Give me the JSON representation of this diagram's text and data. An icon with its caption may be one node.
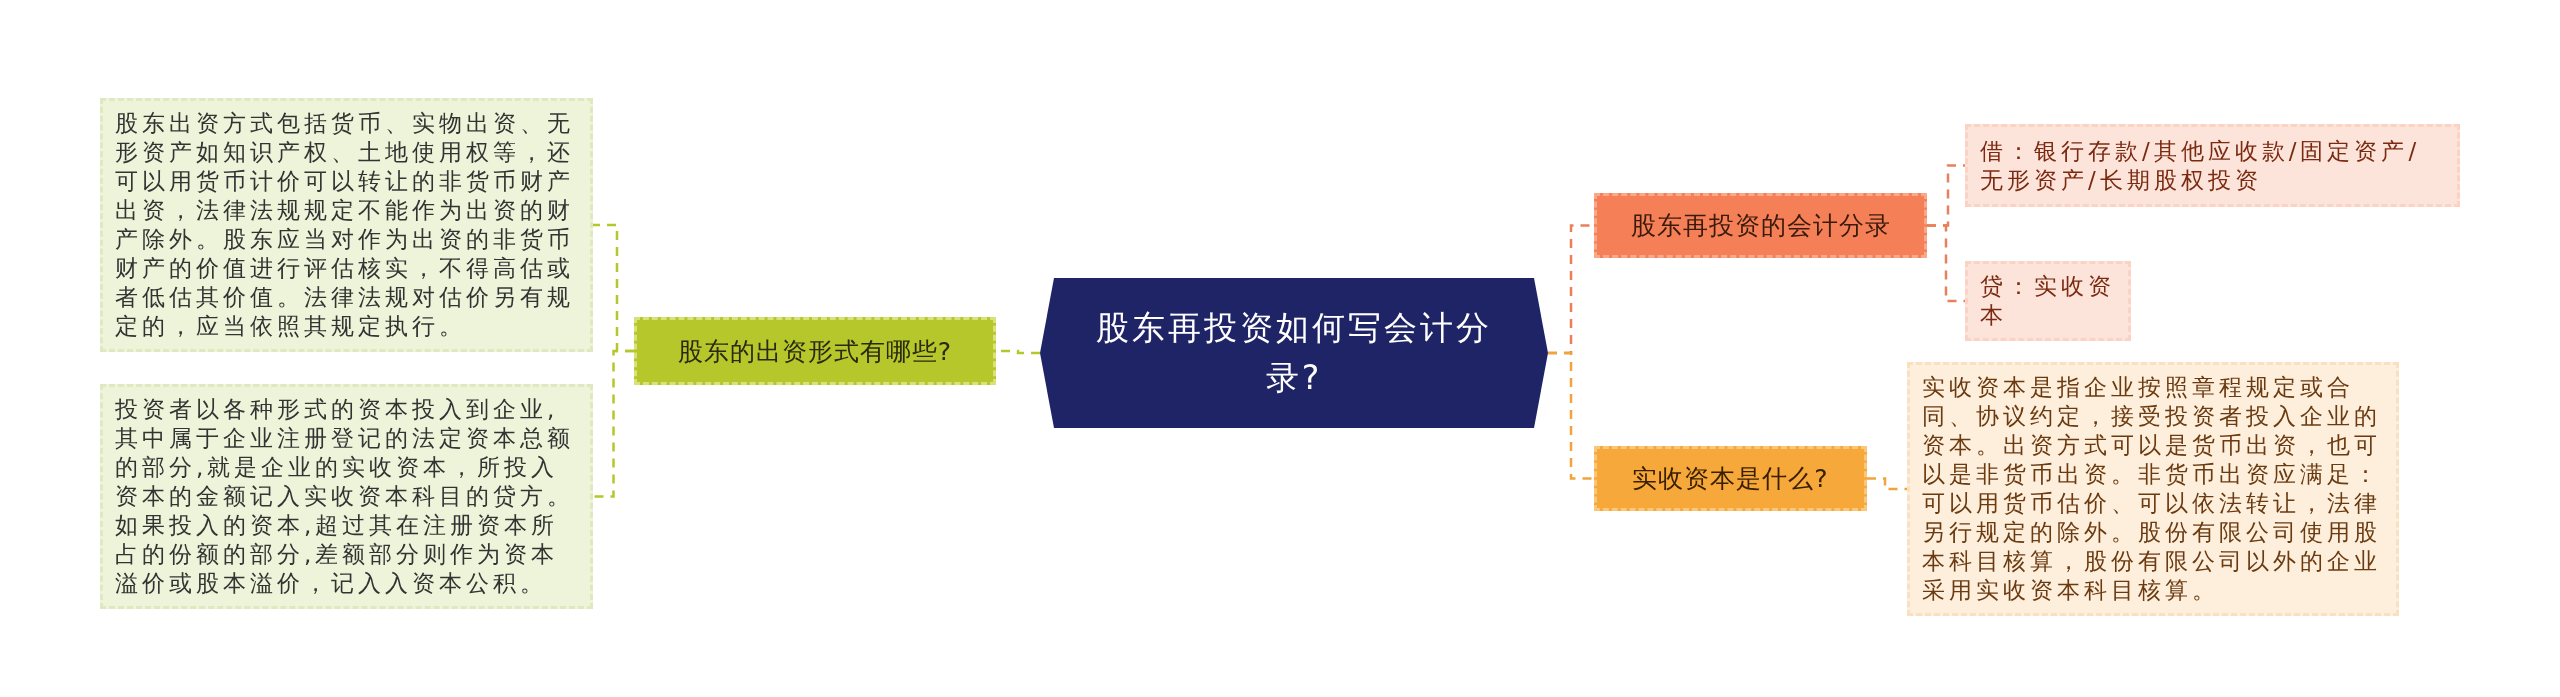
{
  "diagram": {
    "nodes": [
      {
        "text": [
          "股东再投资如何写会计分录?"
        ]
      },
      {
        "text": [
          "股东的出资形式有哪些?"
        ]
      },
      {
        "text": [
          "股东出资方式包括货币、实物出资、无形资产如知识产权、土地使用权等，还可以用货币计价可以转让的非货币财产出资，法律法规规定不能作为出资的财产除外。股东应当对作为出资的非货币财产的价值进行评估核实，不得高估或者低估其价值。法律法规对估价另有规定的，应当依照其规定执行。"
        ]
      },
      {
        "text": [
          "投资者以各种形式的资本投入到企业,其中属于企业注册登记的法定资本总额的部分,就是企业的实收资本，所投入资本的金额记入实收资本科目的贷方。如果投入的资本,超过其在注册资本所占的份额的部分,差额部分则作为资本溢价或股本溢价，记入入资本公积。"
        ]
      },
      {
        "text": [
          "股东再投资的会计分录"
        ]
      },
      {
        "text": [
          "借：银行存款/其他应收款/固定资产/无形资产/长期股权投资"
        ]
      },
      {
        "text": [
          "贷：实收资本"
        ]
      },
      {
        "text": [
          "实收资本是什么?"
        ]
      },
      {
        "text": [
          "实收资本是指企业按照章程规定或合同、协议约定，接受投资者投入企业的资本。出资方式可以是货币出资，也可以是非货币出资。非货币出资应满足：可以用货币估价、可以依法转让，法律另行规定的除外。股份有限公司使用股本科目核算，股份有限公司以外的企业采用实收资本科目核算。"
        ]
      }
    ],
    "edges": [
      {
        "from": 0,
        "to": 1,
        "arrow": "none",
        "style": "dashed",
        "color": "#b5c72a"
      },
      {
        "from": 1,
        "to": 2,
        "arrow": "none",
        "style": "dashed",
        "color": "#b5c72a"
      },
      {
        "from": 1,
        "to": 3,
        "arrow": "none",
        "style": "dashed",
        "color": "#b5c72a"
      },
      {
        "from": 0,
        "to": 4,
        "arrow": "none",
        "style": "dashed",
        "color": "#e8805a"
      },
      {
        "from": 4,
        "to": 5,
        "arrow": "none",
        "style": "dashed",
        "color": "#e8805a"
      },
      {
        "from": 4,
        "to": 6,
        "arrow": "none",
        "style": "dashed",
        "color": "#e8805a"
      },
      {
        "from": 0,
        "to": 7,
        "arrow": "none",
        "style": "dashed",
        "color": "#f0a53a"
      },
      {
        "from": 7,
        "to": 8,
        "arrow": "none",
        "style": "dashed",
        "color": "#f0a53a"
      }
    ]
  }
}
